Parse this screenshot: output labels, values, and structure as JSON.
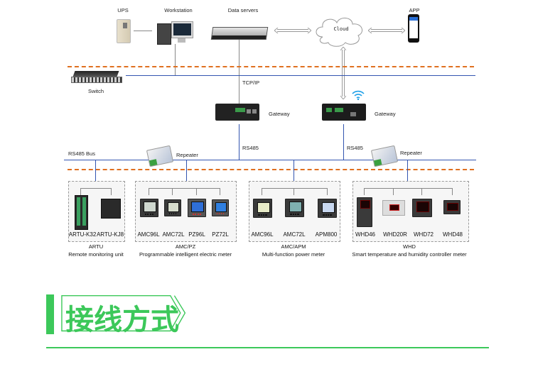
{
  "top_row": {
    "ups_label": "UPS",
    "workstation_label": "Workstation",
    "data_servers_label": "Data servers",
    "cloud_label": "Cloud",
    "app_label": "APP"
  },
  "network": {
    "switch_label": "Switch",
    "tcpip_label": "TCP/IP",
    "gateway_left_label": "Gateway",
    "gateway_right_label": "Gateway",
    "rs485_left_label": "RS485",
    "rs485_right_label": "RS485",
    "rs485_bus_label": "RS485 Bus",
    "repeater_left_label": "Repeater",
    "repeater_right_label": "Repeater"
  },
  "groups": [
    {
      "name": "ARTU",
      "description": "Remote monitoring unit",
      "devices": [
        "ARTU-K32",
        "ARTU-KJ8"
      ]
    },
    {
      "name": "AMC/PZ",
      "description": "Programmable intelligent electric meter",
      "devices": [
        "AMC96L",
        "AMC72L",
        "PZ96L",
        "PZ72L"
      ]
    },
    {
      "name": "AMC/APM",
      "description": "Multi-function power meter",
      "devices": [
        "AMC96L",
        "AMC72L",
        "APM800"
      ]
    },
    {
      "name": "WHD",
      "description": "Smart temperature and humidity controller meter",
      "devices": [
        "WHD46",
        "WHD20R",
        "WHD72",
        "WHD48"
      ]
    }
  ],
  "section_title": "接线方式",
  "colors": {
    "accent_green": "#3cc85a",
    "bus_blue": "#3355b0",
    "dash_orange": "#e07020"
  },
  "icons": {
    "wifi": "wifi-icon",
    "bidirectional_arrow": "double-arrow-icon"
  }
}
